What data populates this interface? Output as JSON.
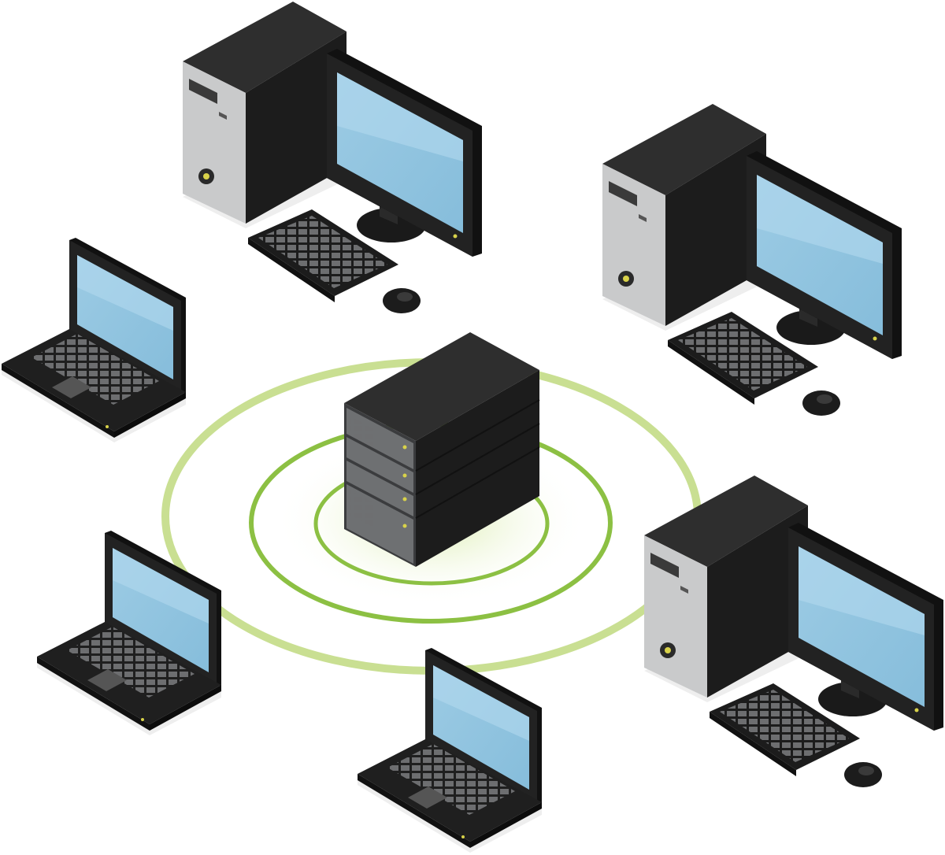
{
  "diagram": {
    "type": "network-topology",
    "center_node": "server-rack",
    "nodes": [
      "desktop-computer",
      "desktop-computer",
      "desktop-computer",
      "laptop",
      "laptop",
      "laptop"
    ],
    "colors": {
      "background": "#ffffff",
      "ring_outer": "#c9df92",
      "ring_inner": "#8cc043",
      "glow": "#e3f0c2",
      "case_dark": "#1f1f1f",
      "case_top": "#2e2e2e",
      "tower_front": "#c9cacb",
      "screen": "#8fc3df",
      "screen_highlight": "#b7dcef",
      "key": "#6d6e70",
      "led": "#d8d24a"
    }
  }
}
